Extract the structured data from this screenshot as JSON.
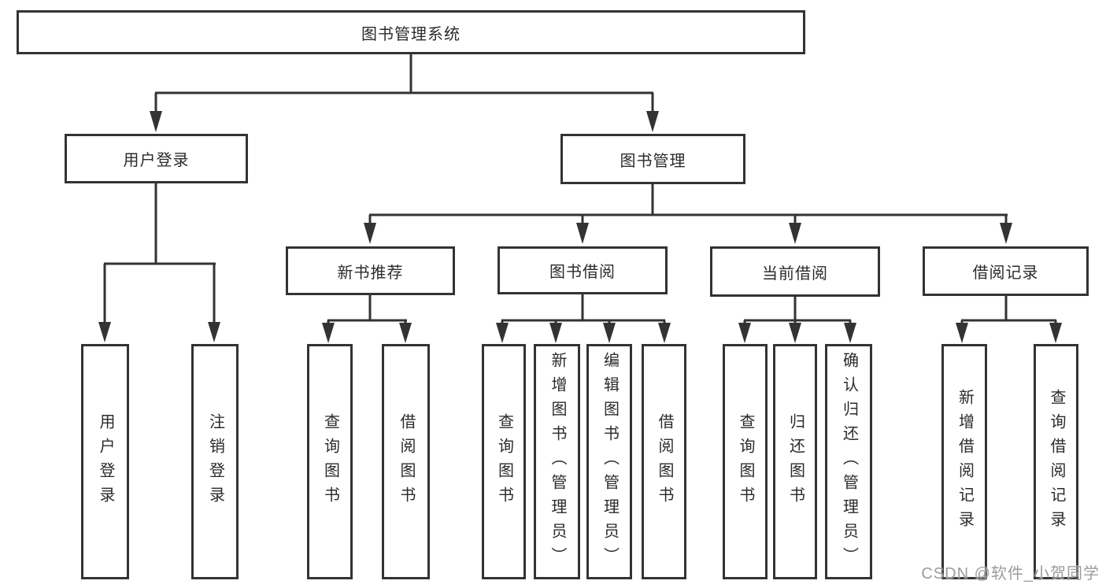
{
  "diagram": {
    "root": "图书管理系统",
    "branches": [
      {
        "label": "用户登录",
        "leaves": [
          "用户登录",
          "注销登录"
        ]
      },
      {
        "label": "图书管理",
        "groups": [
          {
            "label": "新书推荐",
            "leaves": [
              "查询图书",
              "借阅图书"
            ]
          },
          {
            "label": "图书借阅",
            "leaves": [
              "查询图书",
              "新增图书（管理员）",
              "编辑图书（管理员）",
              "借阅图书"
            ]
          },
          {
            "label": "当前借阅",
            "leaves": [
              "查询图书",
              "归还图书",
              "确认归还（管理员）"
            ]
          },
          {
            "label": "借阅记录",
            "leaves": [
              "新增借阅记录",
              "查询借阅记录"
            ]
          }
        ]
      }
    ]
  },
  "watermark": "CSDN @软件_小贺同学",
  "colors": {
    "line": "#333333",
    "box_border": "#333333",
    "text": "#2b2b2b",
    "watermark": "#949494",
    "background": "#ffffff"
  }
}
